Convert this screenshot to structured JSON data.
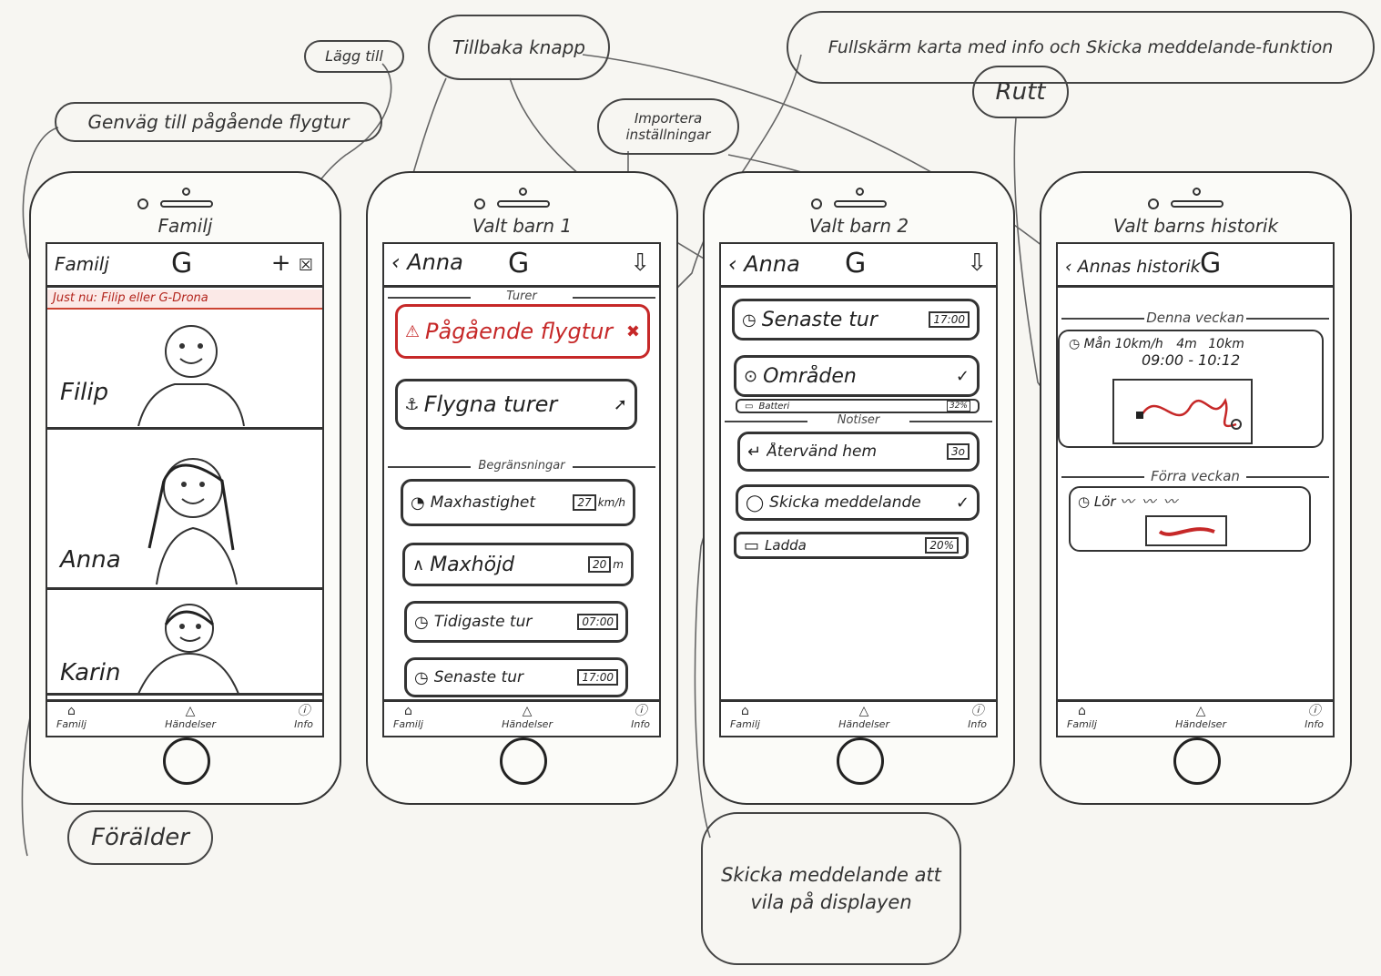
{
  "annotations": {
    "genvag": "Genväg till pågående flygtur",
    "lagg_till": "Lägg till",
    "tillbaka": "Tillbaka knapp",
    "importera": "Importera inställningar",
    "fullskarm": "Fullskärm karta med info och Skicka meddelande-funktion",
    "rutt": "Rutt",
    "foralder": "Förälder",
    "skicka_meddelande": "Skicka meddelande att vila på displayen"
  },
  "tabbar": {
    "family": "Familj",
    "events": "Händelser",
    "info": "Info",
    "family_icon": "family-icon",
    "events_icon": "bell-icon",
    "info_icon": "info-icon"
  },
  "logo": "G",
  "screen1": {
    "caption": "Familj",
    "header_left": "Familj",
    "add": "+",
    "shortcut": "Just nu: Filip eller G-Drona",
    "children": [
      "Filip",
      "Anna",
      "Karin"
    ]
  },
  "screen2": {
    "caption": "Valt barn 1",
    "back_name": "‹ Anna",
    "section_turer": "Turer",
    "active_flight": "Pågående flygtur",
    "flown_trips": "Flygna turer",
    "section_limits": "Begränsningar",
    "max_speed_label": "Maxhastighet",
    "max_speed_value": "27",
    "max_speed_unit": "km/h",
    "max_height_label": "Maxhöjd",
    "max_height_value": "20",
    "max_height_unit": "m",
    "earliest_label": "Tidigaste tur",
    "earliest_value": "07:00",
    "latest_label": "Senaste tur",
    "latest_value": "17:00"
  },
  "screen3": {
    "caption": "Valt barn 2",
    "back_name": "‹ Anna",
    "latest_label": "Senaste tur",
    "latest_value": "17:00",
    "areas_label": "Områden",
    "battery_label": "Batteri",
    "battery_value": "32%",
    "section_notices": "Notiser",
    "return_label": "Återvänd hem",
    "return_value": "3o",
    "send_label": "Skicka meddelande",
    "charge_label": "Ladda",
    "charge_value": "20%"
  },
  "screen4": {
    "caption": "Valt barns historik",
    "back_name": "‹ Annas historik",
    "this_week": "Denna veckan",
    "trip_day": "Mån",
    "trip_speed": "10km/h",
    "trip_height": "4m",
    "trip_distance": "10km",
    "trip_time": "09:00 - 10:12",
    "last_week": "Förra veckan",
    "prev_day": "Lör"
  }
}
